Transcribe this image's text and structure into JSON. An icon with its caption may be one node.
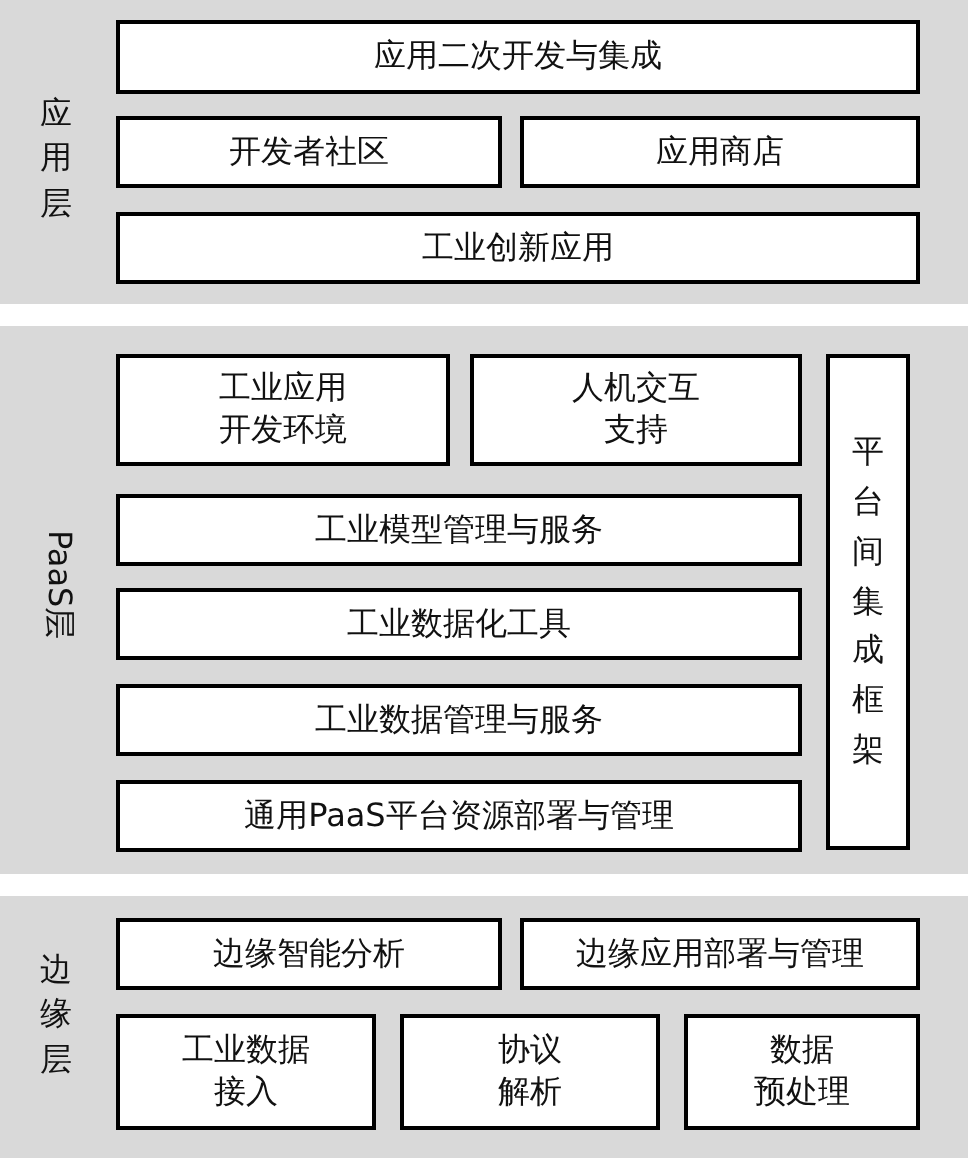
{
  "diagram": {
    "nodes": [
      {
        "text": [
          "应用层"
        ]
      },
      {
        "text": [
          "应用二次开发与集成"
        ],
        "in": 0
      },
      {
        "text": [
          "开发者社区"
        ],
        "in": 0
      },
      {
        "text": [
          "应用商店"
        ],
        "in": 0
      },
      {
        "text": [
          "工业创新应用"
        ],
        "in": 0
      },
      {
        "text": [
          "PaaS层"
        ]
      },
      {
        "text": [
          "工业应用开发环境"
        ],
        "in": 5
      },
      {
        "text": [
          "人机交互支持"
        ],
        "in": 5
      },
      {
        "text": [
          "平台间集成框架"
        ],
        "in": 5
      },
      {
        "text": [
          "工业模型管理与服务"
        ],
        "in": 5
      },
      {
        "text": [
          "工业数据化工具"
        ],
        "in": 5
      },
      {
        "text": [
          "工业数据管理与服务"
        ],
        "in": 5
      },
      {
        "text": [
          "通用PaaS平台资源部署与管理"
        ],
        "in": 5
      },
      {
        "text": [
          "边缘层"
        ]
      },
      {
        "text": [
          "边缘智能分析"
        ],
        "in": 13
      },
      {
        "text": [
          "边缘应用部署与管理"
        ],
        "in": 13
      },
      {
        "text": [
          "工业数据接入"
        ],
        "in": 13
      },
      {
        "text": [
          "协议解析"
        ],
        "in": 13
      },
      {
        "text": [
          "数据预处理"
        ],
        "in": 13
      }
    ]
  }
}
